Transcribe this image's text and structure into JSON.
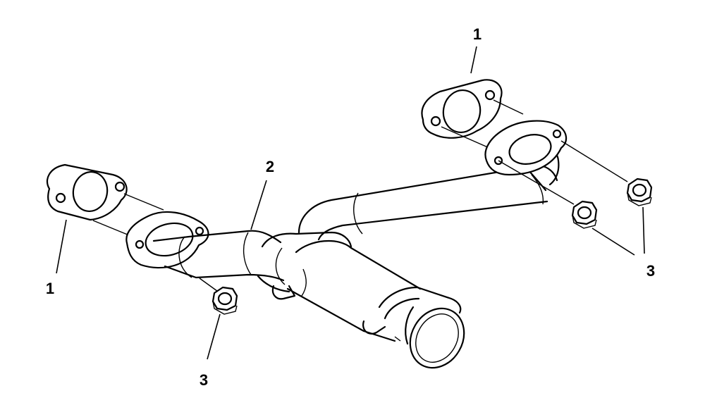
{
  "callouts": {
    "gasket_top": "1",
    "gasket_left": "1",
    "pipe": "2",
    "nut_right": "3",
    "nut_bottom": "3"
  }
}
